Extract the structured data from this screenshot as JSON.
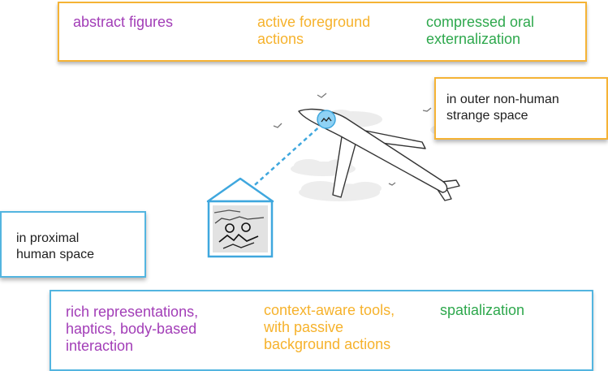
{
  "top_panel": {
    "items": [
      {
        "text": "abstract figures",
        "color": "#A23DB7"
      },
      {
        "text": "active foreground\nactions",
        "color": "#F6B22C"
      },
      {
        "text": "compressed oral\nexternalization",
        "color": "#2EA84D"
      }
    ]
  },
  "bottom_panel": {
    "items": [
      {
        "text": "rich representations,\nhaptics, body-based\ninteraction",
        "color": "#A23DB7"
      },
      {
        "text": "context-aware tools,\nwith passive\nbackground actions",
        "color": "#F6B22C"
      },
      {
        "text": "spatialization",
        "color": "#2EA84D"
      }
    ]
  },
  "callouts": {
    "outer": "in outer non-human\nstrange space",
    "proximal": "in proximal\nhuman space"
  },
  "colors": {
    "orange_border": "#F5B335",
    "blue_border": "#53B5E0",
    "link_blue": "#3FA7DE"
  }
}
